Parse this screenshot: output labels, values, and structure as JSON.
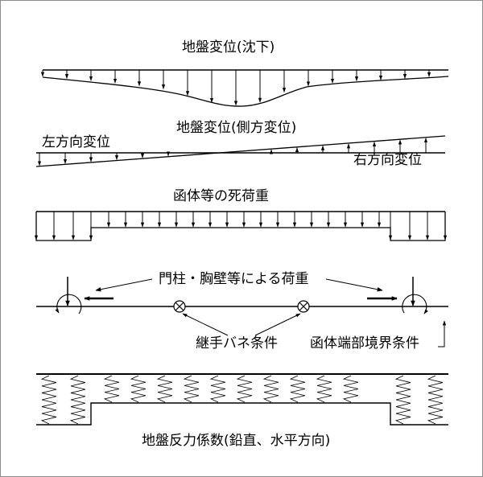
{
  "labels": {
    "settlement": "地盤変位(沈下)",
    "lateral": "地盤変位(側方変位)",
    "left_disp": "左方向変位",
    "right_disp": "右方向変位",
    "dead_load": "函体等の死荷重",
    "gate_load": "門柱・胸壁等による荷重",
    "joint_spring": "継手バネ条件",
    "end_boundary": "函体端部境界条件",
    "subgrade": "地盤反力係数(鉛直、水平方向)"
  },
  "colors": {
    "line": "#000000",
    "frame": "#8c8c8c"
  }
}
